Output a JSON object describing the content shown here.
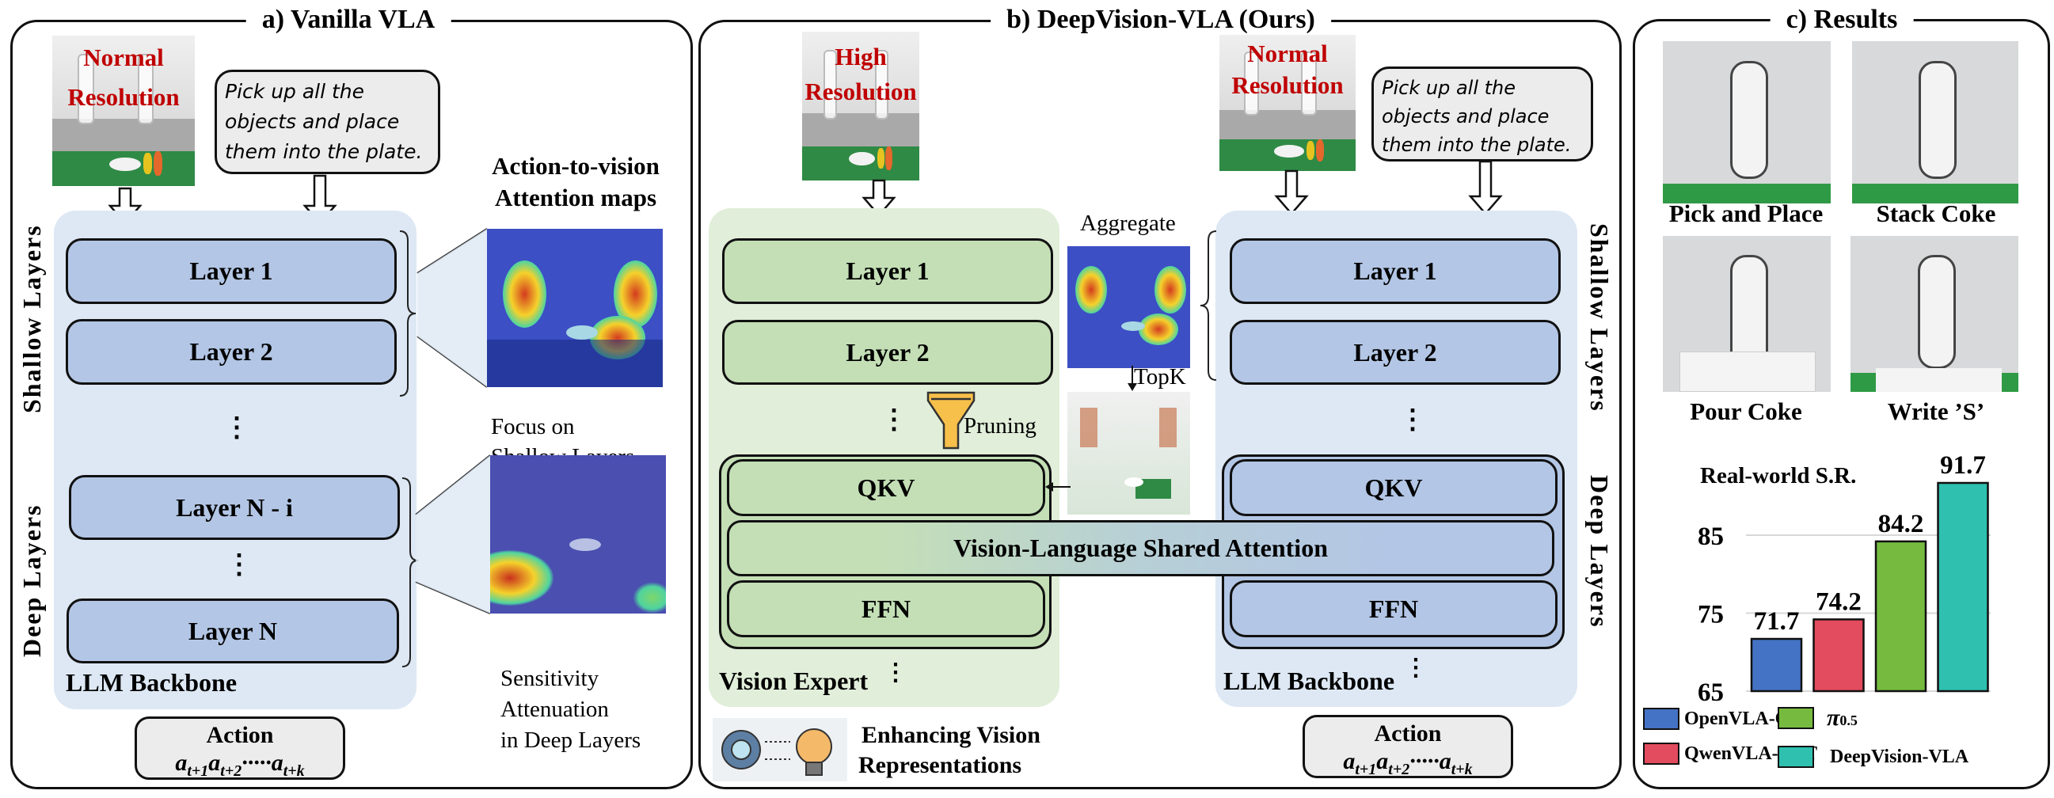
{
  "panels": {
    "a": {
      "title": "a) Vanilla VLA",
      "image_label_line1": "Normal",
      "image_label_line2": "Resolution",
      "instruction": [
        "Pick up all the",
        "objects and place",
        "them into the plate."
      ],
      "layers": [
        "Layer 1",
        "Layer 2",
        "Layer N - i",
        "Layer N"
      ],
      "ellipsis": "⋮",
      "backbone_label": "LLM Backbone",
      "shallow_label": "Shallow Layers",
      "deep_label": "Deep Layers",
      "maps_title": [
        "Action-to-vision",
        "Attention maps"
      ],
      "focus_text": [
        "Focus on",
        "Shallow Layers"
      ],
      "sensitivity_text": [
        "Sensitivity",
        "Attenuation",
        "in Deep Layers"
      ],
      "action": {
        "title": "Action",
        "a": "a",
        "s1": "t+1",
        "s2": "t+2",
        "dots": "·····",
        "sk": "t+k"
      }
    },
    "b": {
      "title": "b) DeepVision-VLA (Ours)",
      "high_label_line1": "High",
      "high_label_line2": "Resolution",
      "normal_label_line1": "Normal",
      "normal_label_line2": "Resolution",
      "instruction": [
        "Pick up all the",
        "objects and place",
        "them into the plate."
      ],
      "vision_layers": [
        "Layer 1",
        "Layer 2"
      ],
      "llm_layers": [
        "Layer 1",
        "Layer 2"
      ],
      "qkv": "QKV",
      "ffn": "FFN",
      "shared_attention": "Vision-Language Shared Attention",
      "aggregate": "Aggregate",
      "topk": "TopK",
      "pruning": "Pruning",
      "vision_expert_label": "Vision Expert",
      "backbone_label": "LLM Backbone",
      "shallow_label": "Shallow Layers",
      "deep_label": "Deep Layers",
      "enhancing": [
        "Enhancing Vision",
        "Representations"
      ],
      "ellipsis": "⋮",
      "action": {
        "title": "Action",
        "a": "a",
        "s1": "t+1",
        "s2": "t+2",
        "dots": "·····",
        "sk": "t+k"
      }
    },
    "c": {
      "title": "c) Results",
      "tasks": [
        "Pick and Place",
        "Stack Coke",
        "Pour Coke",
        "Write ’S’"
      ]
    }
  },
  "icons": {
    "funnel": "funnel-icon",
    "gear": "gear-icon",
    "bulb": "lightbulb-icon"
  },
  "chart_data": {
    "type": "bar",
    "title": "Real-world S.R.",
    "categories": [
      "OpenVLA-OFT",
      "QwenVLA-OFT",
      "π0.5",
      "DeepVision-VLA"
    ],
    "values": [
      71.7,
      74.2,
      84.2,
      91.7
    ],
    "value_labels": [
      "71.7",
      "74.2",
      "84.2",
      "91.7"
    ],
    "colors": [
      "#4472c4",
      "#e34b5e",
      "#76bb40",
      "#2fc0b0"
    ],
    "yticks": [
      65,
      75,
      85
    ],
    "ylim": [
      65,
      93
    ],
    "xlabel": "",
    "ylabel": "",
    "grid": true,
    "legend": {
      "placement": "bottom",
      "entries": [
        {
          "label": "OpenVLA-OFT",
          "color": "#4472c4"
        },
        {
          "label": "π",
          "sub": "0.5",
          "color": "#76bb40"
        },
        {
          "label": "QwenVLA-OFT",
          "color": "#e34b5e"
        },
        {
          "label": "DeepVision-VLA",
          "color": "#2fc0b0"
        }
      ]
    }
  }
}
